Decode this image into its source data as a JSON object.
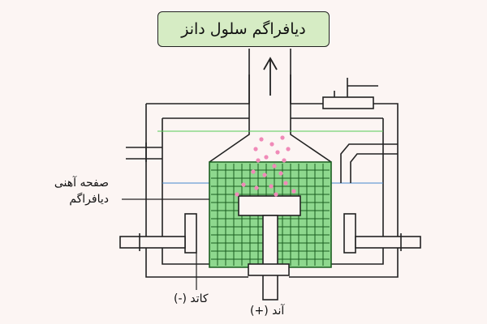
{
  "title": "دیافراگم سلول دانز",
  "labels": {
    "plate_line1": "صفحه آهنی",
    "plate_line2": "دیافراگم",
    "cathode": "کاتد (-)",
    "anode": "آند (+)"
  },
  "colors": {
    "background": "#fcf5f3",
    "title_bg": "#d6ecc4",
    "mesh_fill": "#8ed88e",
    "mesh_lines": "#1b5e20",
    "bubbles": "#f08ab8",
    "outline": "#222222",
    "level_line_green": "#55cc55",
    "level_line_blue": "#4488cc"
  }
}
